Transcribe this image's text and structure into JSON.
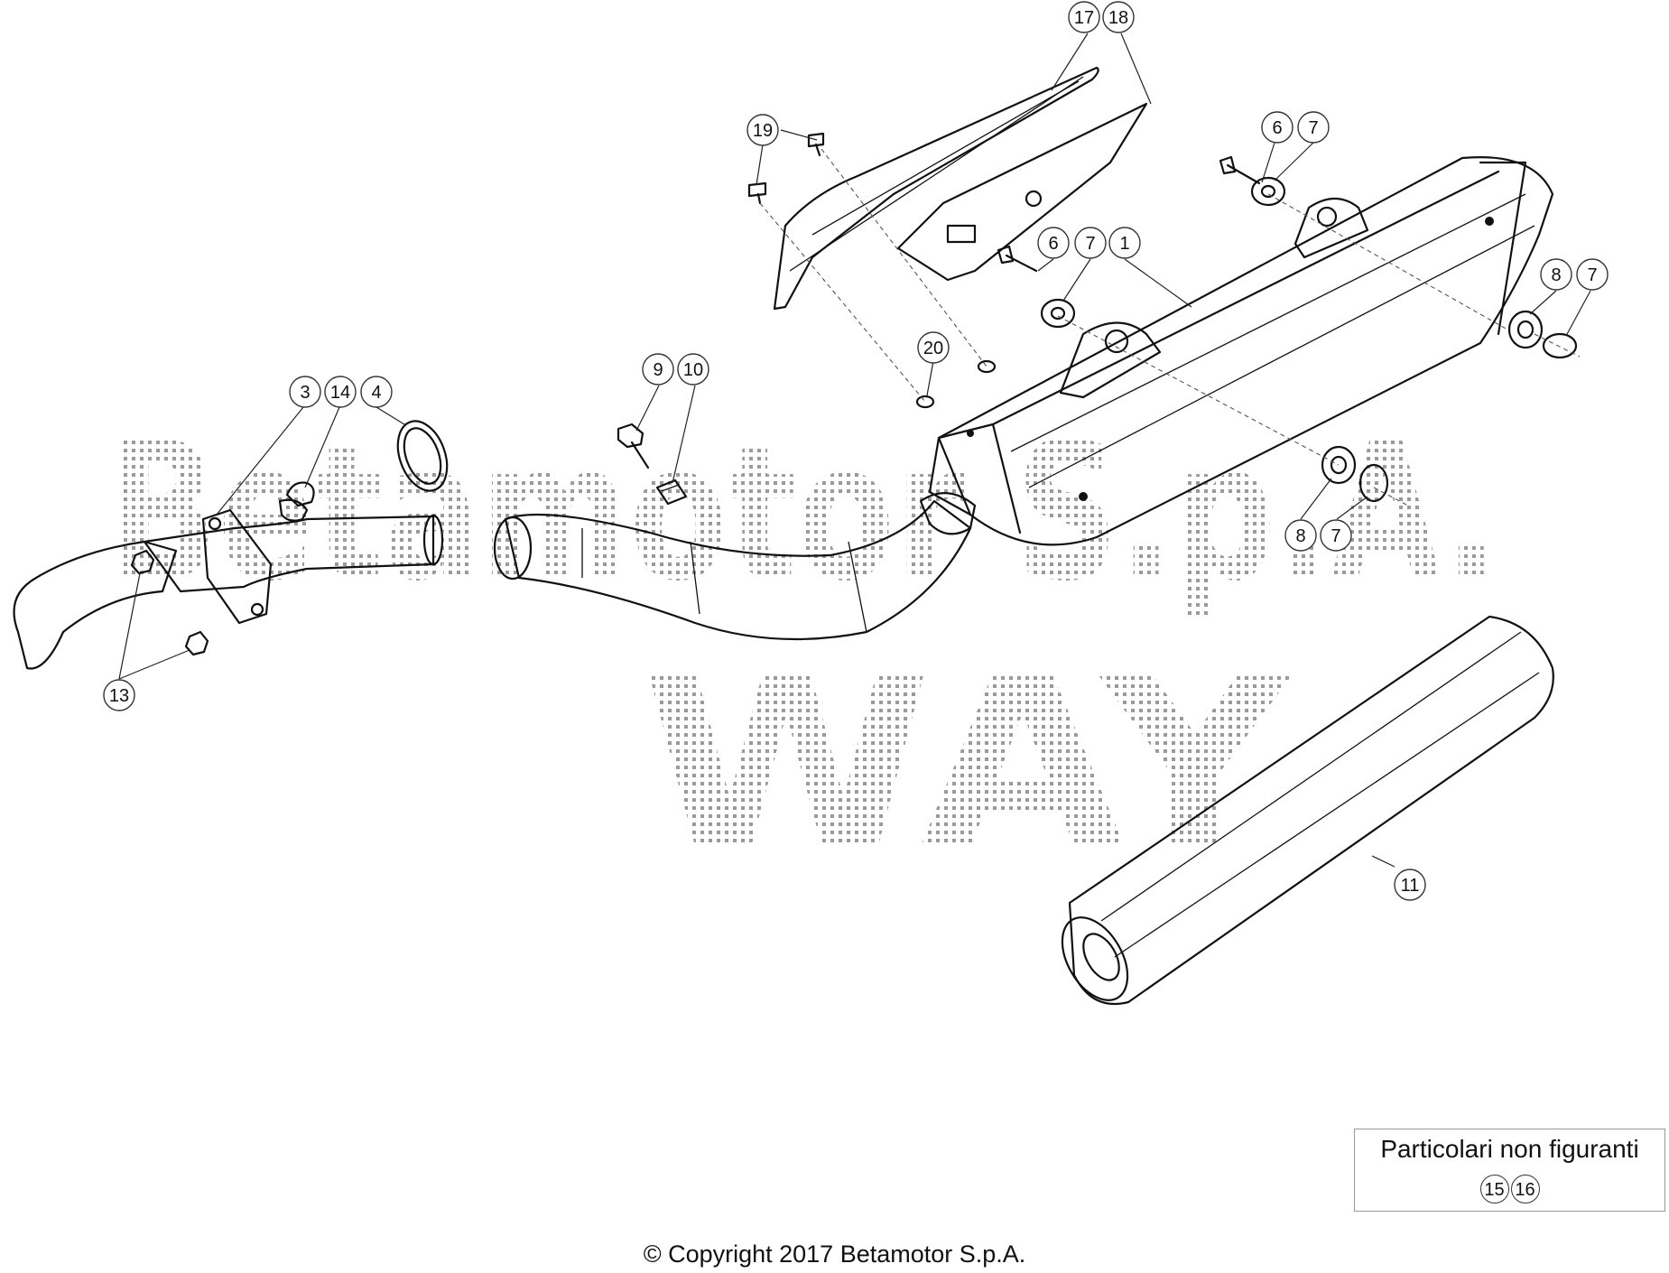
{
  "diagram": {
    "callouts": [
      {
        "id": "c17",
        "label": "17"
      },
      {
        "id": "c18",
        "label": "18"
      },
      {
        "id": "c19",
        "label": "19"
      },
      {
        "id": "c6a",
        "label": "6"
      },
      {
        "id": "c7a",
        "label": "7"
      },
      {
        "id": "c6b",
        "label": "6"
      },
      {
        "id": "c7b",
        "label": "7"
      },
      {
        "id": "c1",
        "label": "1"
      },
      {
        "id": "c8a",
        "label": "8"
      },
      {
        "id": "c7c",
        "label": "7"
      },
      {
        "id": "c20",
        "label": "20"
      },
      {
        "id": "c9",
        "label": "9"
      },
      {
        "id": "c10",
        "label": "10"
      },
      {
        "id": "c3",
        "label": "3"
      },
      {
        "id": "c14",
        "label": "14"
      },
      {
        "id": "c4",
        "label": "4"
      },
      {
        "id": "c8b",
        "label": "8"
      },
      {
        "id": "c7d",
        "label": "7"
      },
      {
        "id": "c13",
        "label": "13"
      },
      {
        "id": "c11",
        "label": "11"
      }
    ],
    "watermark": {
      "line1": "Betamotor S.p.A.",
      "line2": "WAY"
    }
  },
  "legend": {
    "title": "Particolari non figuranti",
    "items": [
      "15",
      "16"
    ]
  },
  "footer": {
    "copyright": "© Copyright 2017 Betamotor S.p.A."
  }
}
